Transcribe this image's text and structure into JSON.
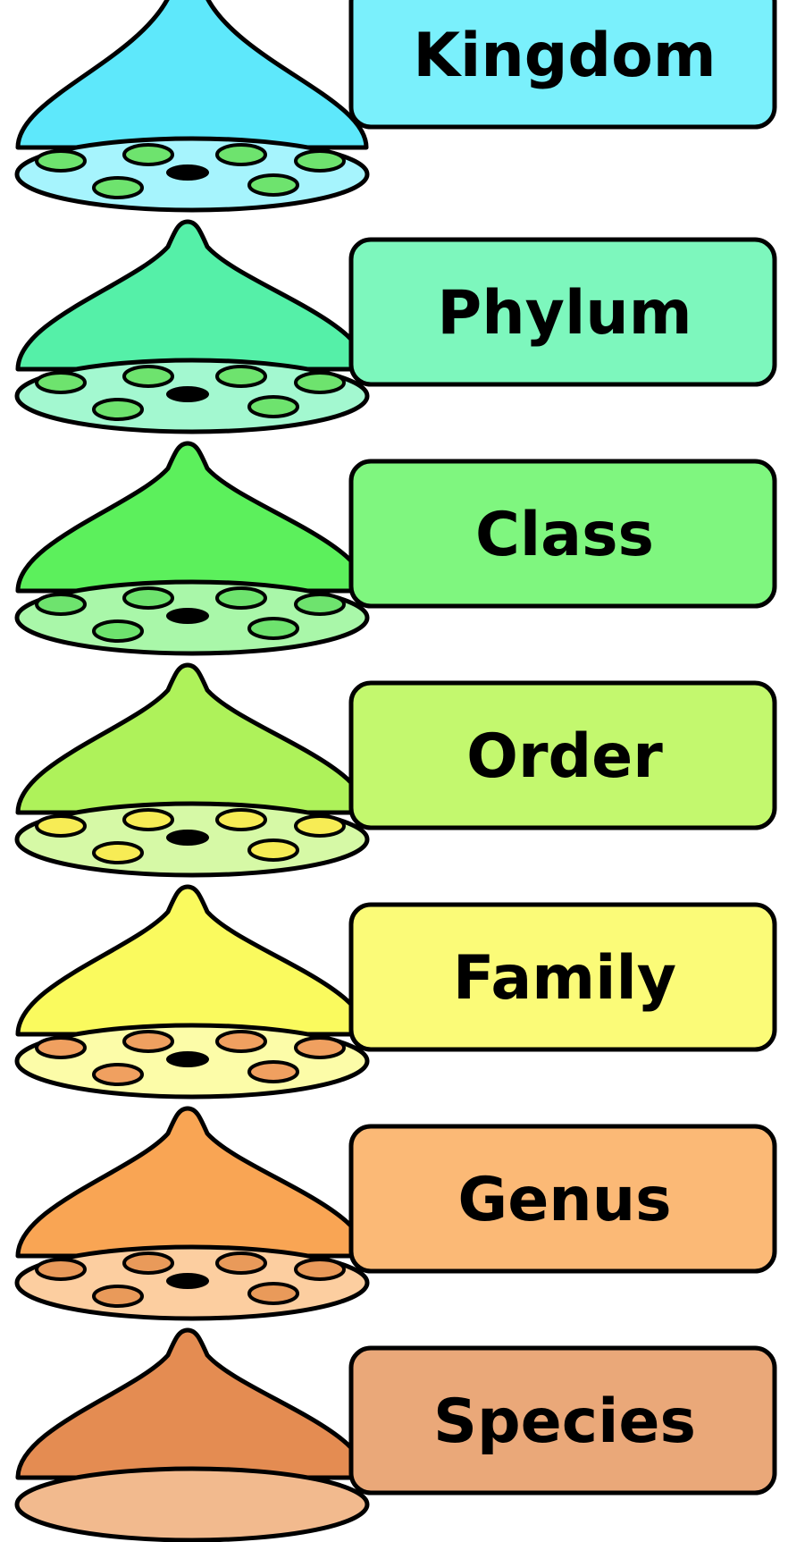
{
  "ranks": [
    {
      "label": "Kingdom",
      "dome_color": "#5ee8fb",
      "base_color": "#a6f4fd",
      "seed_color": "#6ee36e",
      "box_color": "#7af0fc"
    },
    {
      "label": "Phylum",
      "dome_color": "#55f0a8",
      "base_color": "#a3f8d0",
      "seed_color": "#6ee36e",
      "box_color": "#7df7bd"
    },
    {
      "label": "Class",
      "dome_color": "#5cf05c",
      "base_color": "#a9f7a9",
      "seed_color": "#6ee36e",
      "box_color": "#7ff67f"
    },
    {
      "label": "Order",
      "dome_color": "#aef25a",
      "base_color": "#d6f9a6",
      "seed_color": "#f7ec55",
      "box_color": "#c3f86e"
    },
    {
      "label": "Family",
      "dome_color": "#fafa5e",
      "base_color": "#fcfca8",
      "seed_color": "#f0a060",
      "box_color": "#fbfb78"
    },
    {
      "label": "Genus",
      "dome_color": "#f9a554",
      "base_color": "#fccea0",
      "seed_color": "#e99a5a",
      "box_color": "#fbb976"
    },
    {
      "label": "Species",
      "dome_color": "#e48c52",
      "base_color": "#f2ba8e",
      "seed_color": "#e48c52",
      "box_color": "#eaa879"
    }
  ]
}
